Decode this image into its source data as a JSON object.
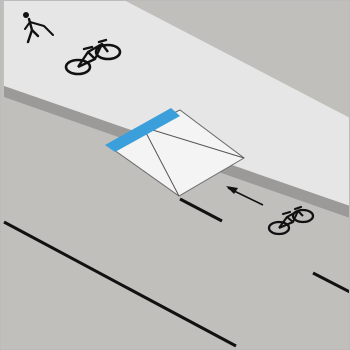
{
  "colors": {
    "sidewalk": "#e6e6e6",
    "road": "#c0bfbc",
    "curb_face": "#9c9a98",
    "ramp": "#f4f4f4",
    "crossing_stripe": "#3b9fdb",
    "line": "#111111",
    "ramp_outline": "#555555",
    "frame": "#bbbbbb"
  },
  "icons": {
    "pedestrian": "pedestrian-icon",
    "bicycle_sidewalk": "bicycle-icon",
    "bicycle_road": "bicycle-icon",
    "direction_arrow": "arrow-left-icon"
  },
  "scene": {
    "sidewalk_signage": [
      "pedestrian",
      "bicycle"
    ],
    "road_signage": [
      "arrow-left",
      "bicycle"
    ],
    "curb_ramp": "curb-ramp-with-blue-stripe"
  }
}
